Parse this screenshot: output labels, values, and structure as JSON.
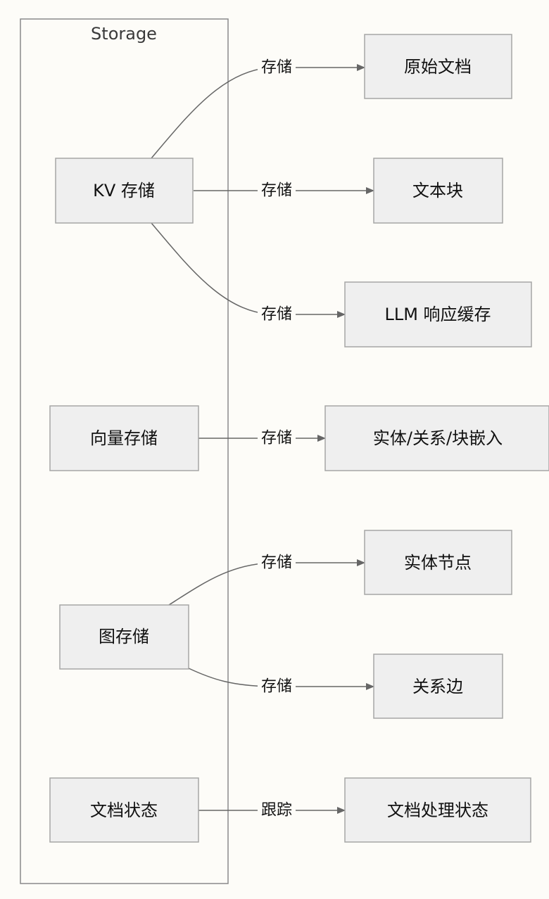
{
  "diagram": {
    "cluster_title": "Storage",
    "storage_nodes": {
      "kv": "KV 存储",
      "vector": "向量存储",
      "graph": "图存储",
      "doc_status": "文档状态"
    },
    "target_nodes": {
      "raw_docs": "原始文档",
      "text_chunks": "文本块",
      "llm_cache": "LLM 响应缓存",
      "embeddings": "实体/关系/块嵌入",
      "entity_nodes": "实体节点",
      "relation_edges": "关系边",
      "doc_processing_status": "文档处理状态"
    },
    "edge_labels": {
      "kv_raw": "存储",
      "kv_chunks": "存储",
      "kv_cache": "存储",
      "vector_embed": "存储",
      "graph_entities": "存储",
      "graph_relations": "存储",
      "status_track": "跟踪"
    },
    "colors": {
      "node_fill": "#efefef",
      "node_stroke": "#a6a6a6",
      "edge": "#666666",
      "background": "#fdfcf8"
    }
  }
}
